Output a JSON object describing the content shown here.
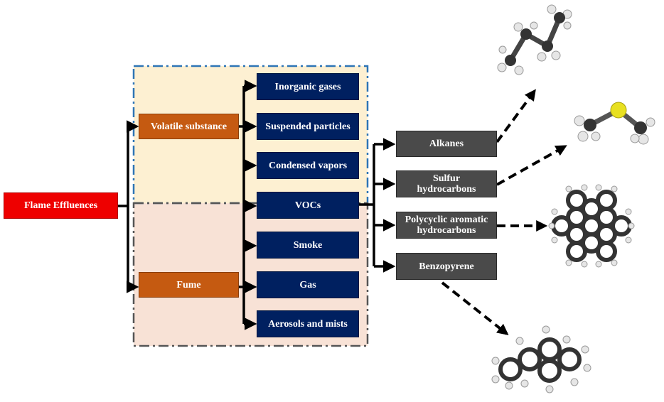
{
  "root": {
    "label": "Flame Effluences"
  },
  "groups": [
    {
      "label": "Volatile substance"
    },
    {
      "label": "Fume"
    }
  ],
  "components": [
    {
      "label": "Inorganic gases"
    },
    {
      "label": "Suspended particles"
    },
    {
      "label": "Condensed vapors"
    },
    {
      "label": "VOCs"
    },
    {
      "label": "Smoke"
    },
    {
      "label": "Gas"
    },
    {
      "label": "Aerosols and mists"
    }
  ],
  "voc_types": [
    {
      "label": "Alkanes"
    },
    {
      "label": "Sulfur hydrocarbons"
    },
    {
      "label": "Polycyclic aromatic hydrocarbons"
    },
    {
      "label": "Benzopyrene"
    }
  ],
  "colors": {
    "root": "#ee0000",
    "group": "#c55a11",
    "component": "#002060",
    "voc_type": "#4a4a4a",
    "volatile_region": "#fdf0d2",
    "fume_region": "#f8e2d6",
    "volatile_border": "#2e75b6",
    "fume_border": "#555555",
    "carbon_atom": "#333333",
    "hydrogen_atom": "#e6e6e6",
    "sulfur_atom": "#e8e020"
  },
  "molecule_icons": [
    "butane-molecule-icon",
    "dimethyl-sulfide-molecule-icon",
    "coronene-molecule-icon",
    "benzopyrene-molecule-icon"
  ]
}
